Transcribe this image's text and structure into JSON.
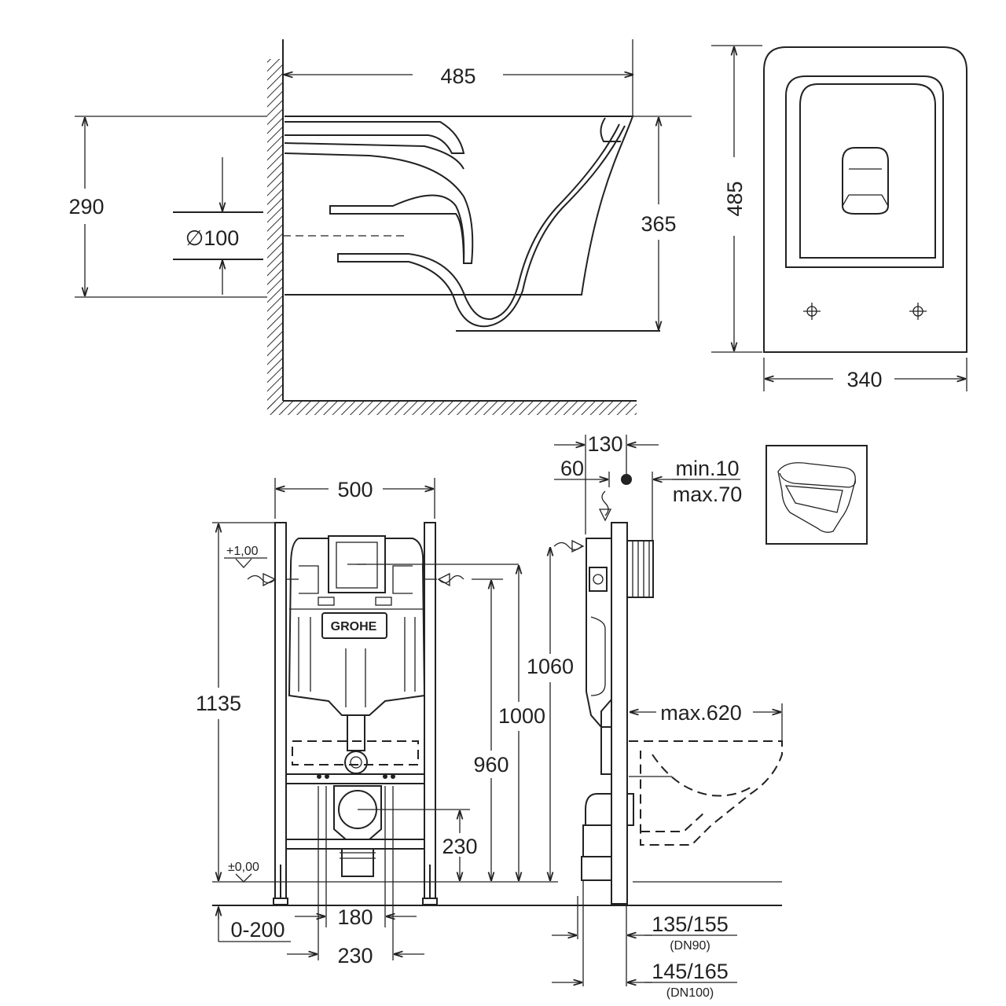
{
  "top_side_view": {
    "depth": "485",
    "height": "290",
    "outlet_diameter": "∅100",
    "seat_height": "365"
  },
  "top_plan_view": {
    "length": "485",
    "width": "340"
  },
  "front_view": {
    "frame_width": "500",
    "level_top": "+1,00",
    "level_floor": "±0,00",
    "frame_height": "1135",
    "h_1060": "1060",
    "h_1000": "1000",
    "h_960": "960",
    "h_230": "230",
    "foot_adjust": "0-200",
    "bolt_180": "180",
    "bolt_230": "230",
    "brand": "GROHE"
  },
  "side_install_view": {
    "d_130": "130",
    "d_60": "60",
    "wall_min": "min.10",
    "wall_max": "max.70",
    "projection": "max.620",
    "dn90_dist": "135/155",
    "dn90_label": "(DN90)",
    "dn100_dist": "145/165",
    "dn100_label": "(DN100)"
  }
}
